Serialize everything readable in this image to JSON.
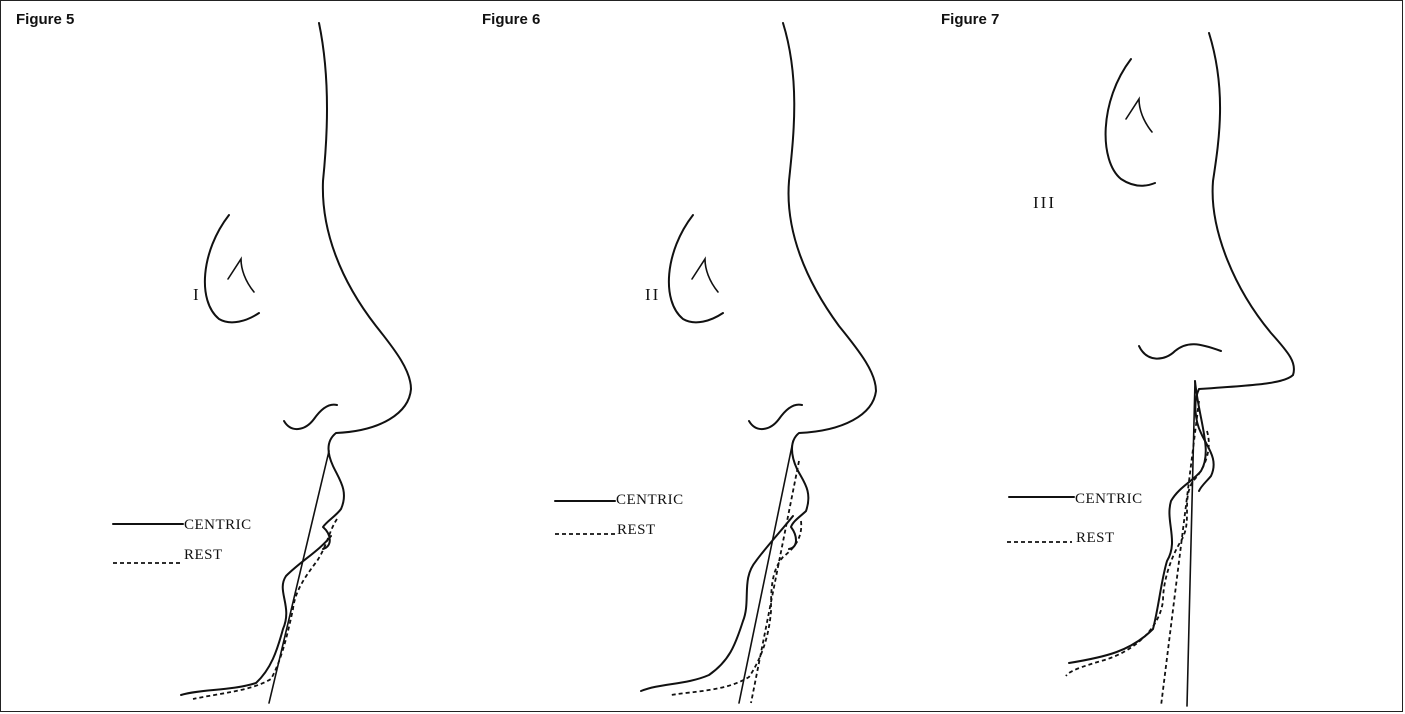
{
  "figures": [
    {
      "title": "Figure 5",
      "class_label": "I",
      "legend": {
        "solid": "CENTRIC",
        "dashed": "REST"
      }
    },
    {
      "title": "Figure 6",
      "class_label": "II",
      "legend": {
        "solid": "CENTRIC",
        "dashed": "REST"
      }
    },
    {
      "title": "Figure 7",
      "class_label": "III",
      "legend": {
        "solid": "CENTRIC",
        "dashed": "REST"
      }
    }
  ]
}
